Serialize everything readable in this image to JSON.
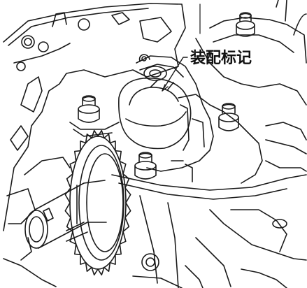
{
  "diagram": {
    "callout_label": "装配标记",
    "line_color": "#1a1a1a",
    "background_color": "#ffffff",
    "parts": [
      "engine-block",
      "crankshaft-main-bearing-cap",
      "cap-bolt",
      "crankshaft-sprocket",
      "crankshaft-nose",
      "crank-web"
    ]
  }
}
